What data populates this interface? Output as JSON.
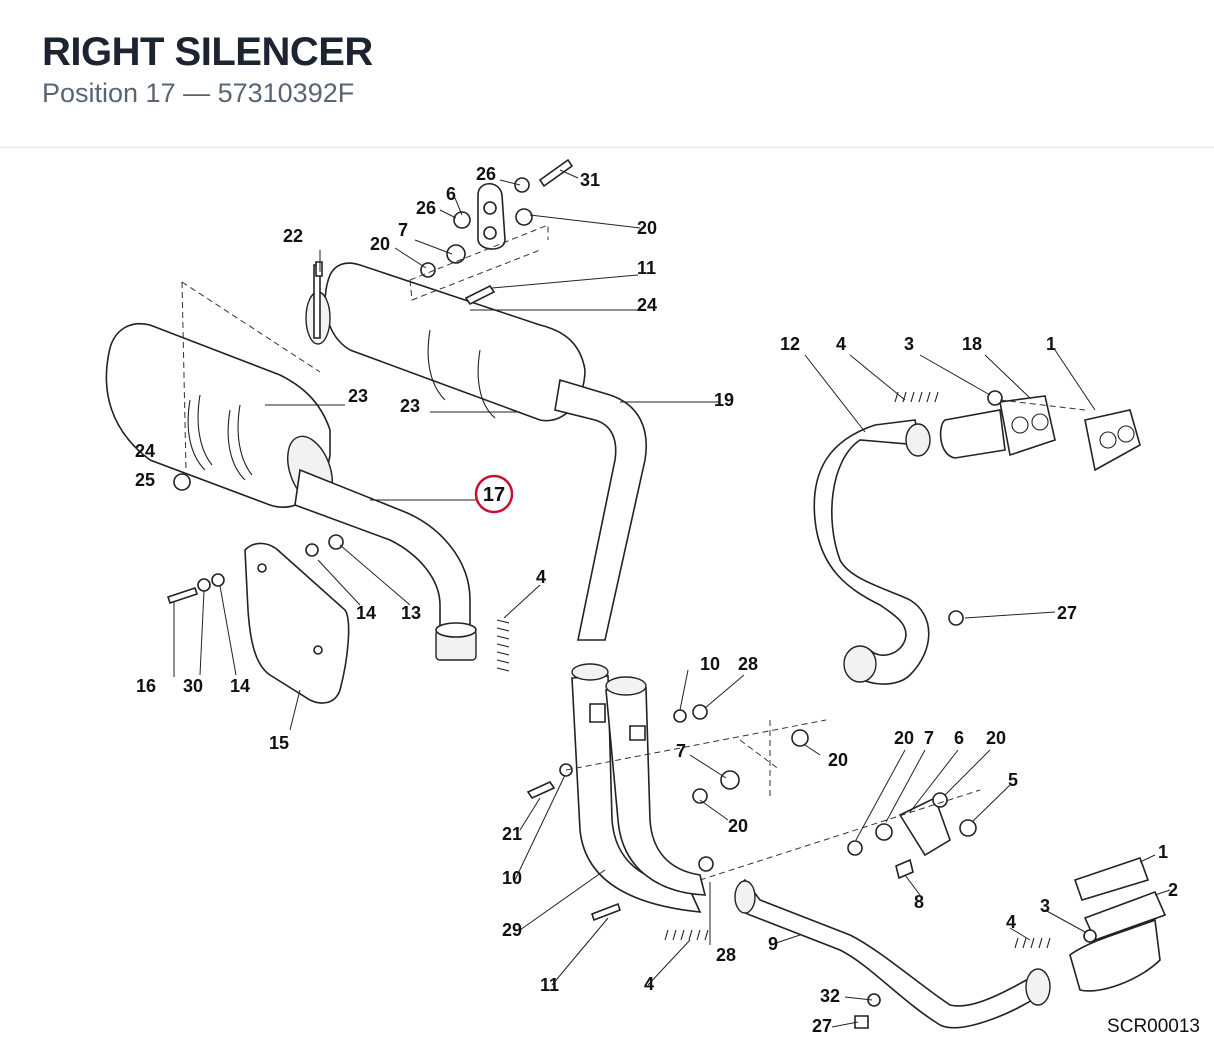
{
  "header": {
    "title": "RIGHT SILENCER",
    "subtitle": "Position 17 — 57310392F"
  },
  "diagram": {
    "highlighted": "17",
    "highlight_color": "#c8102e",
    "drawing_code": "SCR00013",
    "labels": [
      "26",
      "31",
      "6",
      "26",
      "7",
      "20",
      "20",
      "22",
      "11",
      "24",
      "12",
      "4",
      "3",
      "18",
      "1",
      "19",
      "23",
      "23",
      "24",
      "25",
      "17",
      "4",
      "14",
      "13",
      "16",
      "30",
      "14",
      "15",
      "10",
      "28",
      "7",
      "20",
      "20",
      "20",
      "7",
      "6",
      "20",
      "5",
      "21",
      "10",
      "29",
      "8",
      "1",
      "2",
      "3",
      "4",
      "11",
      "28",
      "4",
      "9",
      "32",
      "27",
      "27"
    ]
  }
}
